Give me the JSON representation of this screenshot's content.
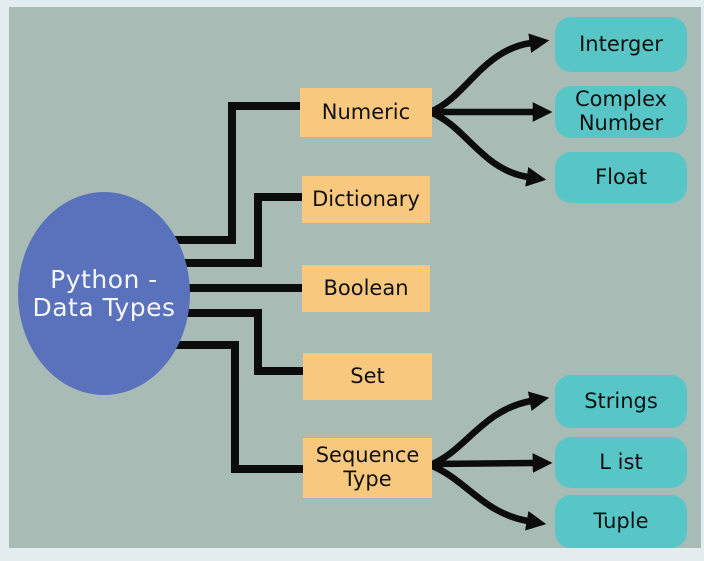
{
  "diagram": {
    "title": "Python - Data Types",
    "root": {
      "label": "Python - Data Types"
    },
    "level1": [
      {
        "label": "Numeric"
      },
      {
        "label": "Dictionary"
      },
      {
        "label": "Boolean"
      },
      {
        "label": "Set"
      },
      {
        "label": "Sequence Type"
      }
    ],
    "numeric_children": [
      {
        "label": "Interger"
      },
      {
        "label": "Complex Number"
      },
      {
        "label": "Float"
      }
    ],
    "sequence_children": [
      {
        "label": "Strings"
      },
      {
        "label": "L ist"
      },
      {
        "label": "Tuple"
      }
    ],
    "colors": {
      "frame": "#e3edef",
      "background": "#a9bbb5",
      "root_fill": "#5a72bb",
      "category_fill": "#f8c87e",
      "leaf_fill": "#58c6c6",
      "connector": "#0c0c0c",
      "root_text": "#f5f7fb",
      "node_text": "#111111"
    }
  }
}
